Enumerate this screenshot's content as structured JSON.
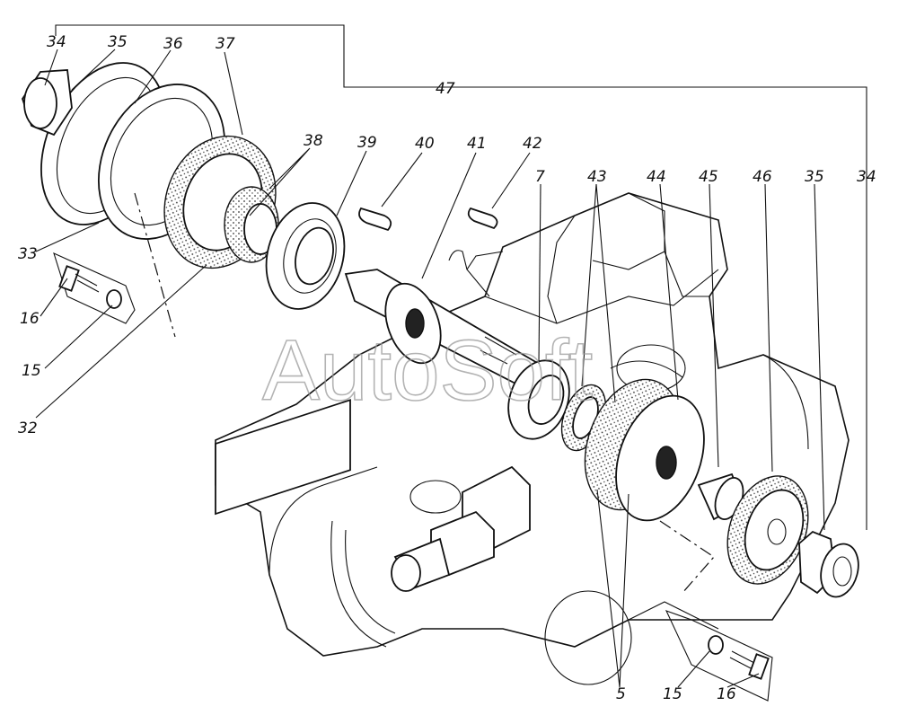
{
  "watermark": "AutoSoft",
  "callouts": {
    "c34a": "34",
    "c35a": "35",
    "c36": "36",
    "c37": "37",
    "c38": "38",
    "c39": "39",
    "c40": "40",
    "c41": "41",
    "c42": "42",
    "c7": "7",
    "c43": "43",
    "c44": "44",
    "c45": "45",
    "c46": "46",
    "c35b": "35",
    "c34b": "34",
    "c47": "47",
    "c33": "33",
    "c16a": "16",
    "c15a": "15",
    "c32": "32",
    "c5": "5",
    "c15b": "15",
    "c16b": "16"
  }
}
